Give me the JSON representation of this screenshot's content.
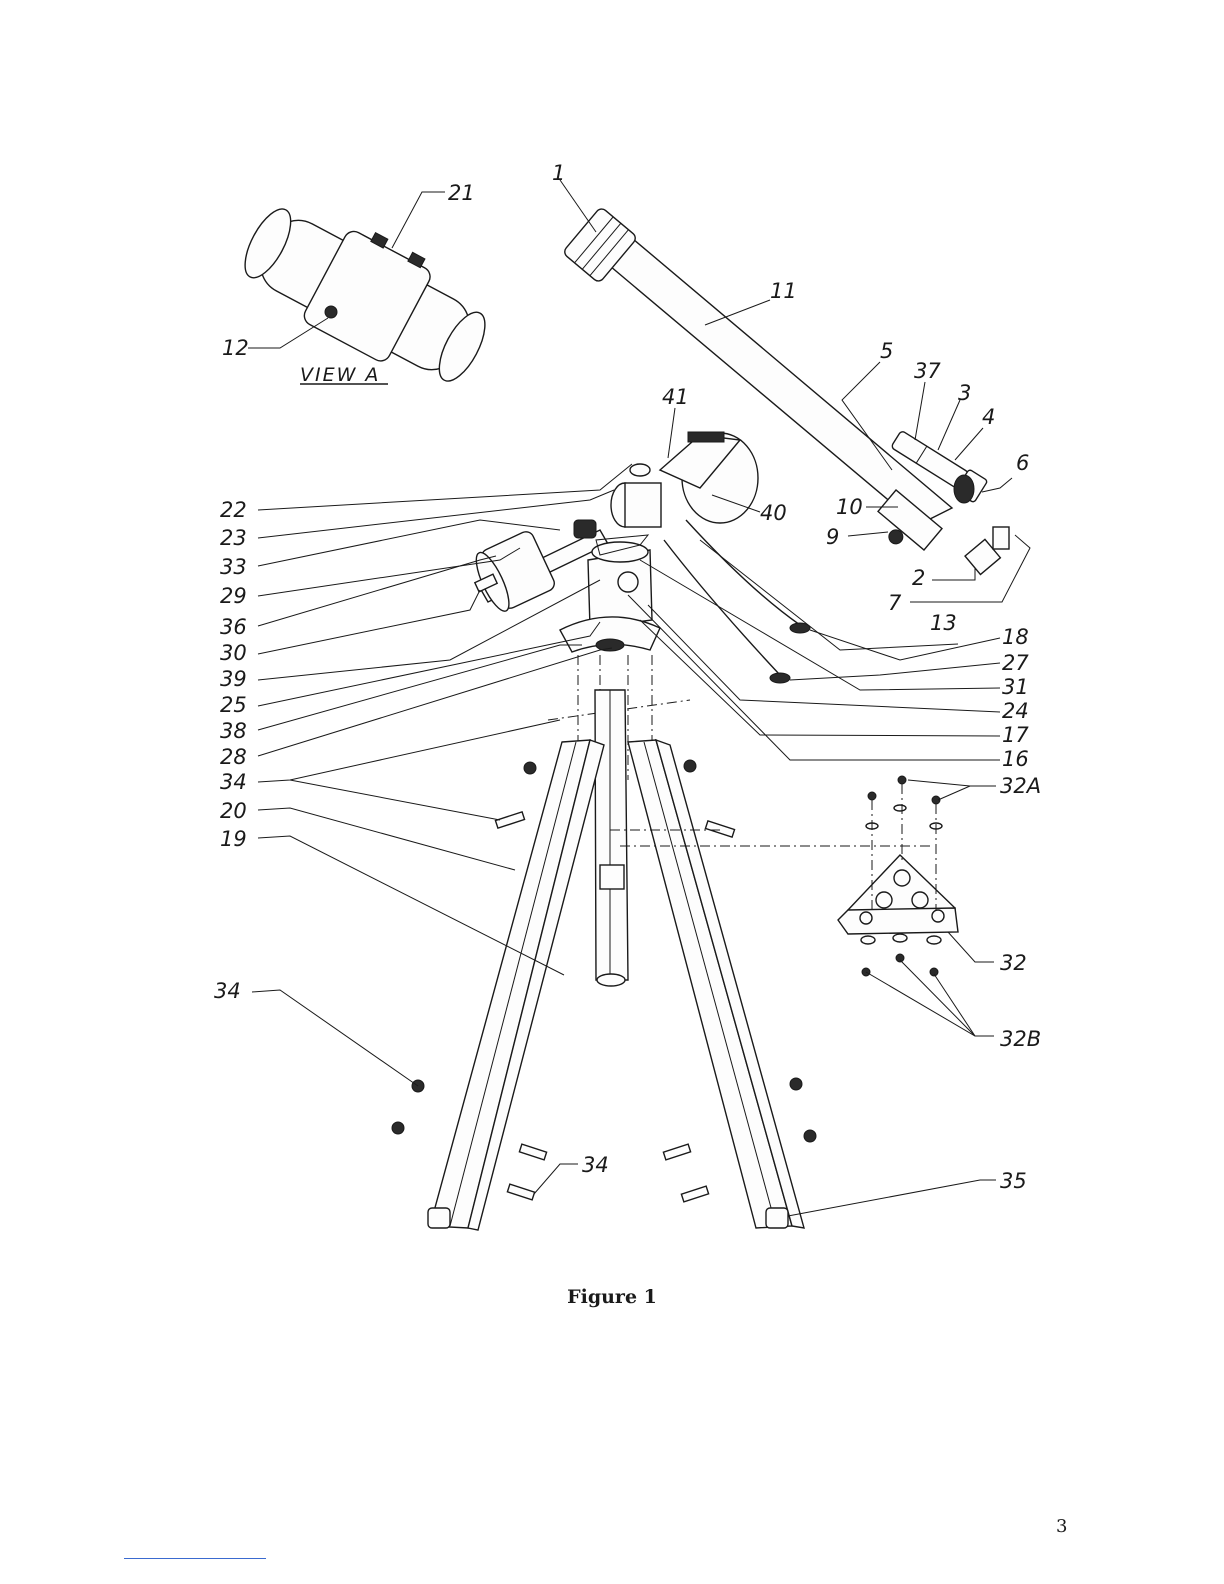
{
  "figure": {
    "caption": "Figure 1",
    "view_label": "VIEW A",
    "page_number": "3",
    "callouts": [
      "1",
      "2",
      "3",
      "4",
      "5",
      "6",
      "7",
      "9",
      "10",
      "11",
      "12",
      "13",
      "16",
      "17",
      "18",
      "19",
      "20",
      "21",
      "22",
      "23",
      "24",
      "25",
      "27",
      "28",
      "29",
      "30",
      "31",
      "32",
      "32A",
      "32B",
      "33",
      "34",
      "35",
      "36",
      "37",
      "38",
      "39",
      "40",
      "41"
    ]
  }
}
